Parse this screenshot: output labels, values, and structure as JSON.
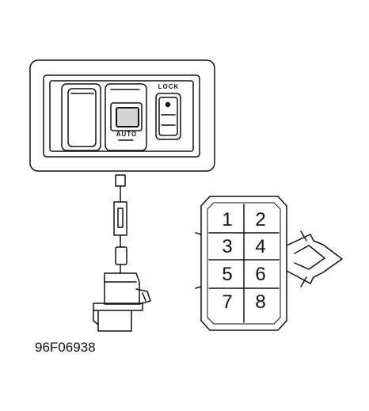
{
  "switch": {
    "lock_label": "LOCK",
    "auto_label": "AUTO"
  },
  "connector": {
    "pins": [
      "1",
      "2",
      "3",
      "4",
      "5",
      "6",
      "7",
      "8"
    ]
  },
  "figure_ref": "96F06938"
}
